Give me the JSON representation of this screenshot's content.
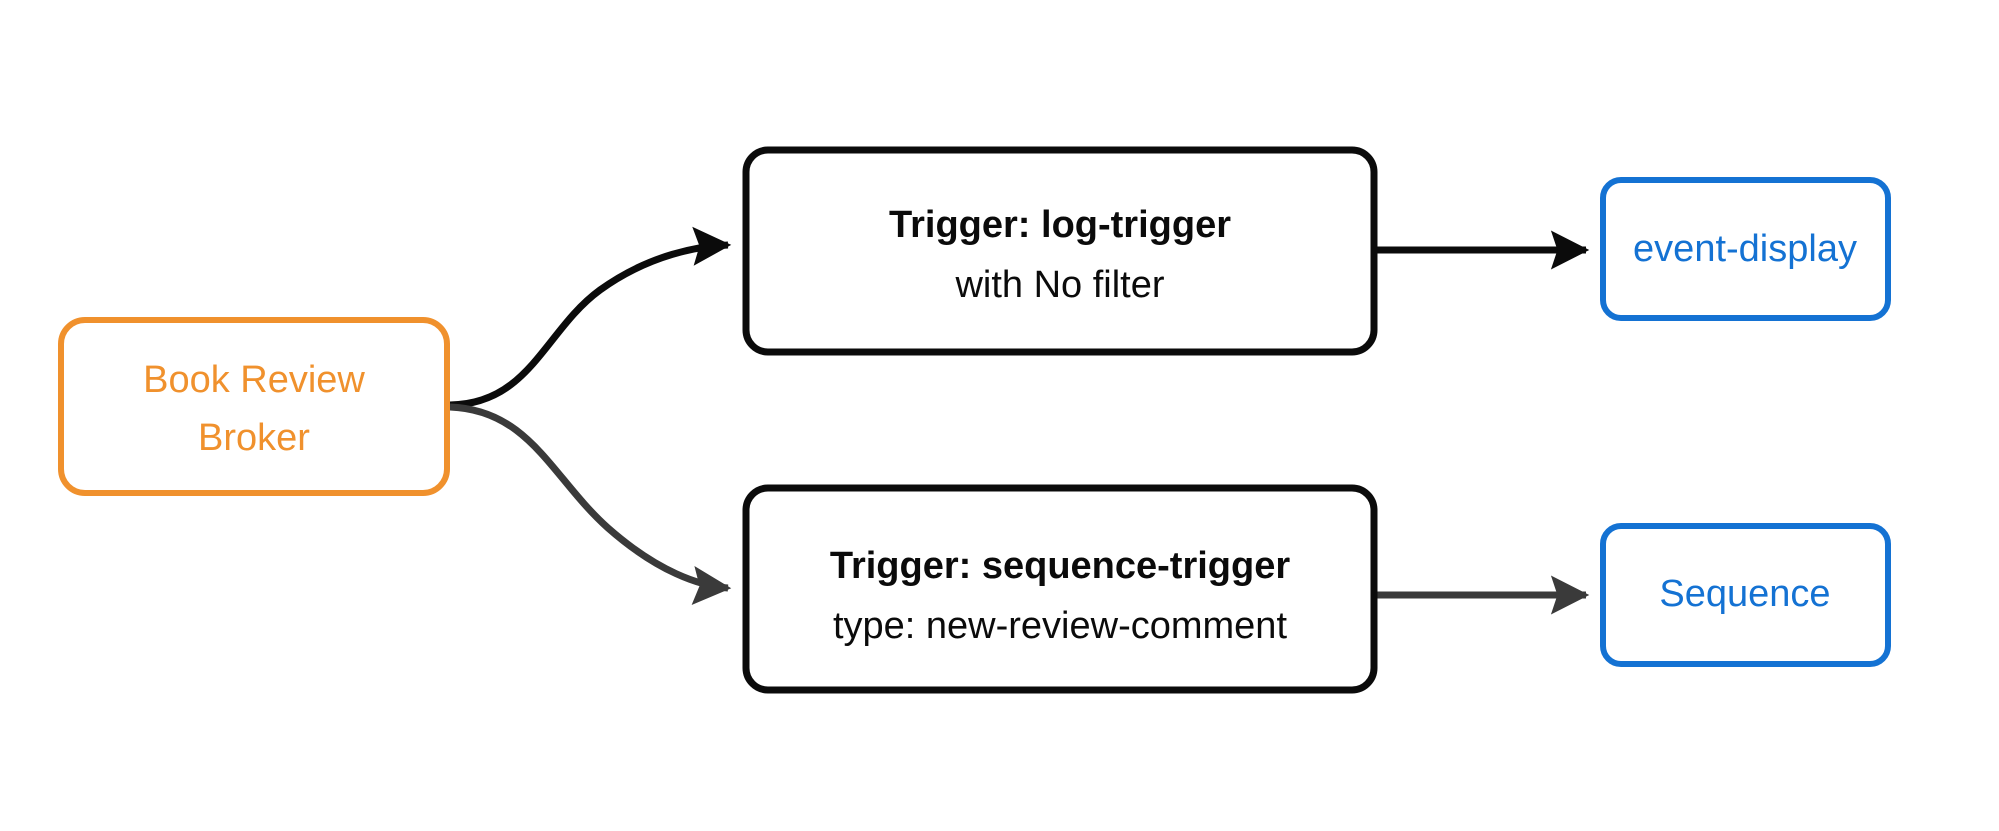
{
  "diagram": {
    "type": "flowchart",
    "direction": "left-to-right",
    "background_color": "#ffffff",
    "colors": {
      "broker_orange": "#F0912D",
      "sink_blue": "#1472D3",
      "trigger_black": "#0b0b0b",
      "edge_gray": "#3a3a3a"
    },
    "nodes": {
      "broker": {
        "id": "book-review-broker",
        "line1": "Book Review",
        "line2": "Broker",
        "shape": "rounded-rectangle",
        "border_color": "#F0912D",
        "text_color": "#F0912D"
      },
      "trigger_log": {
        "id": "log-trigger",
        "title": "Trigger: log-trigger",
        "subtitle": "with No filter",
        "shape": "rounded-rectangle",
        "border_color": "#0b0b0b",
        "text_color": "#0b0b0b"
      },
      "trigger_sequence": {
        "id": "sequence-trigger",
        "title": "Trigger: sequence-trigger",
        "subtitle": "type: new-review-comment",
        "shape": "rounded-rectangle",
        "border_color": "#0b0b0b",
        "text_color": "#0b0b0b"
      },
      "sink_event_display": {
        "id": "event-display",
        "label": "event-display",
        "shape": "rounded-rectangle",
        "border_color": "#1472D3",
        "text_color": "#1472D3"
      },
      "sink_sequence": {
        "id": "sequence",
        "label": "Sequence",
        "shape": "rounded-rectangle",
        "border_color": "#1472D3",
        "text_color": "#1472D3"
      }
    },
    "edges": [
      {
        "id": "broker-to-log-trigger",
        "from": "book-review-broker",
        "to": "log-trigger",
        "style": "curved",
        "color": "#0b0b0b",
        "arrowhead": "filled-triangle",
        "label": ""
      },
      {
        "id": "broker-to-sequence-trigger",
        "from": "book-review-broker",
        "to": "sequence-trigger",
        "style": "curved",
        "color": "#3a3a3a",
        "arrowhead": "filled-triangle",
        "label": ""
      },
      {
        "id": "log-trigger-to-event-display",
        "from": "log-trigger",
        "to": "event-display",
        "style": "straight",
        "color": "#0b0b0b",
        "arrowhead": "filled-triangle",
        "label": ""
      },
      {
        "id": "sequence-trigger-to-sequence",
        "from": "sequence-trigger",
        "to": "sequence",
        "style": "straight",
        "color": "#3a3a3a",
        "arrowhead": "filled-triangle",
        "label": ""
      }
    ]
  }
}
